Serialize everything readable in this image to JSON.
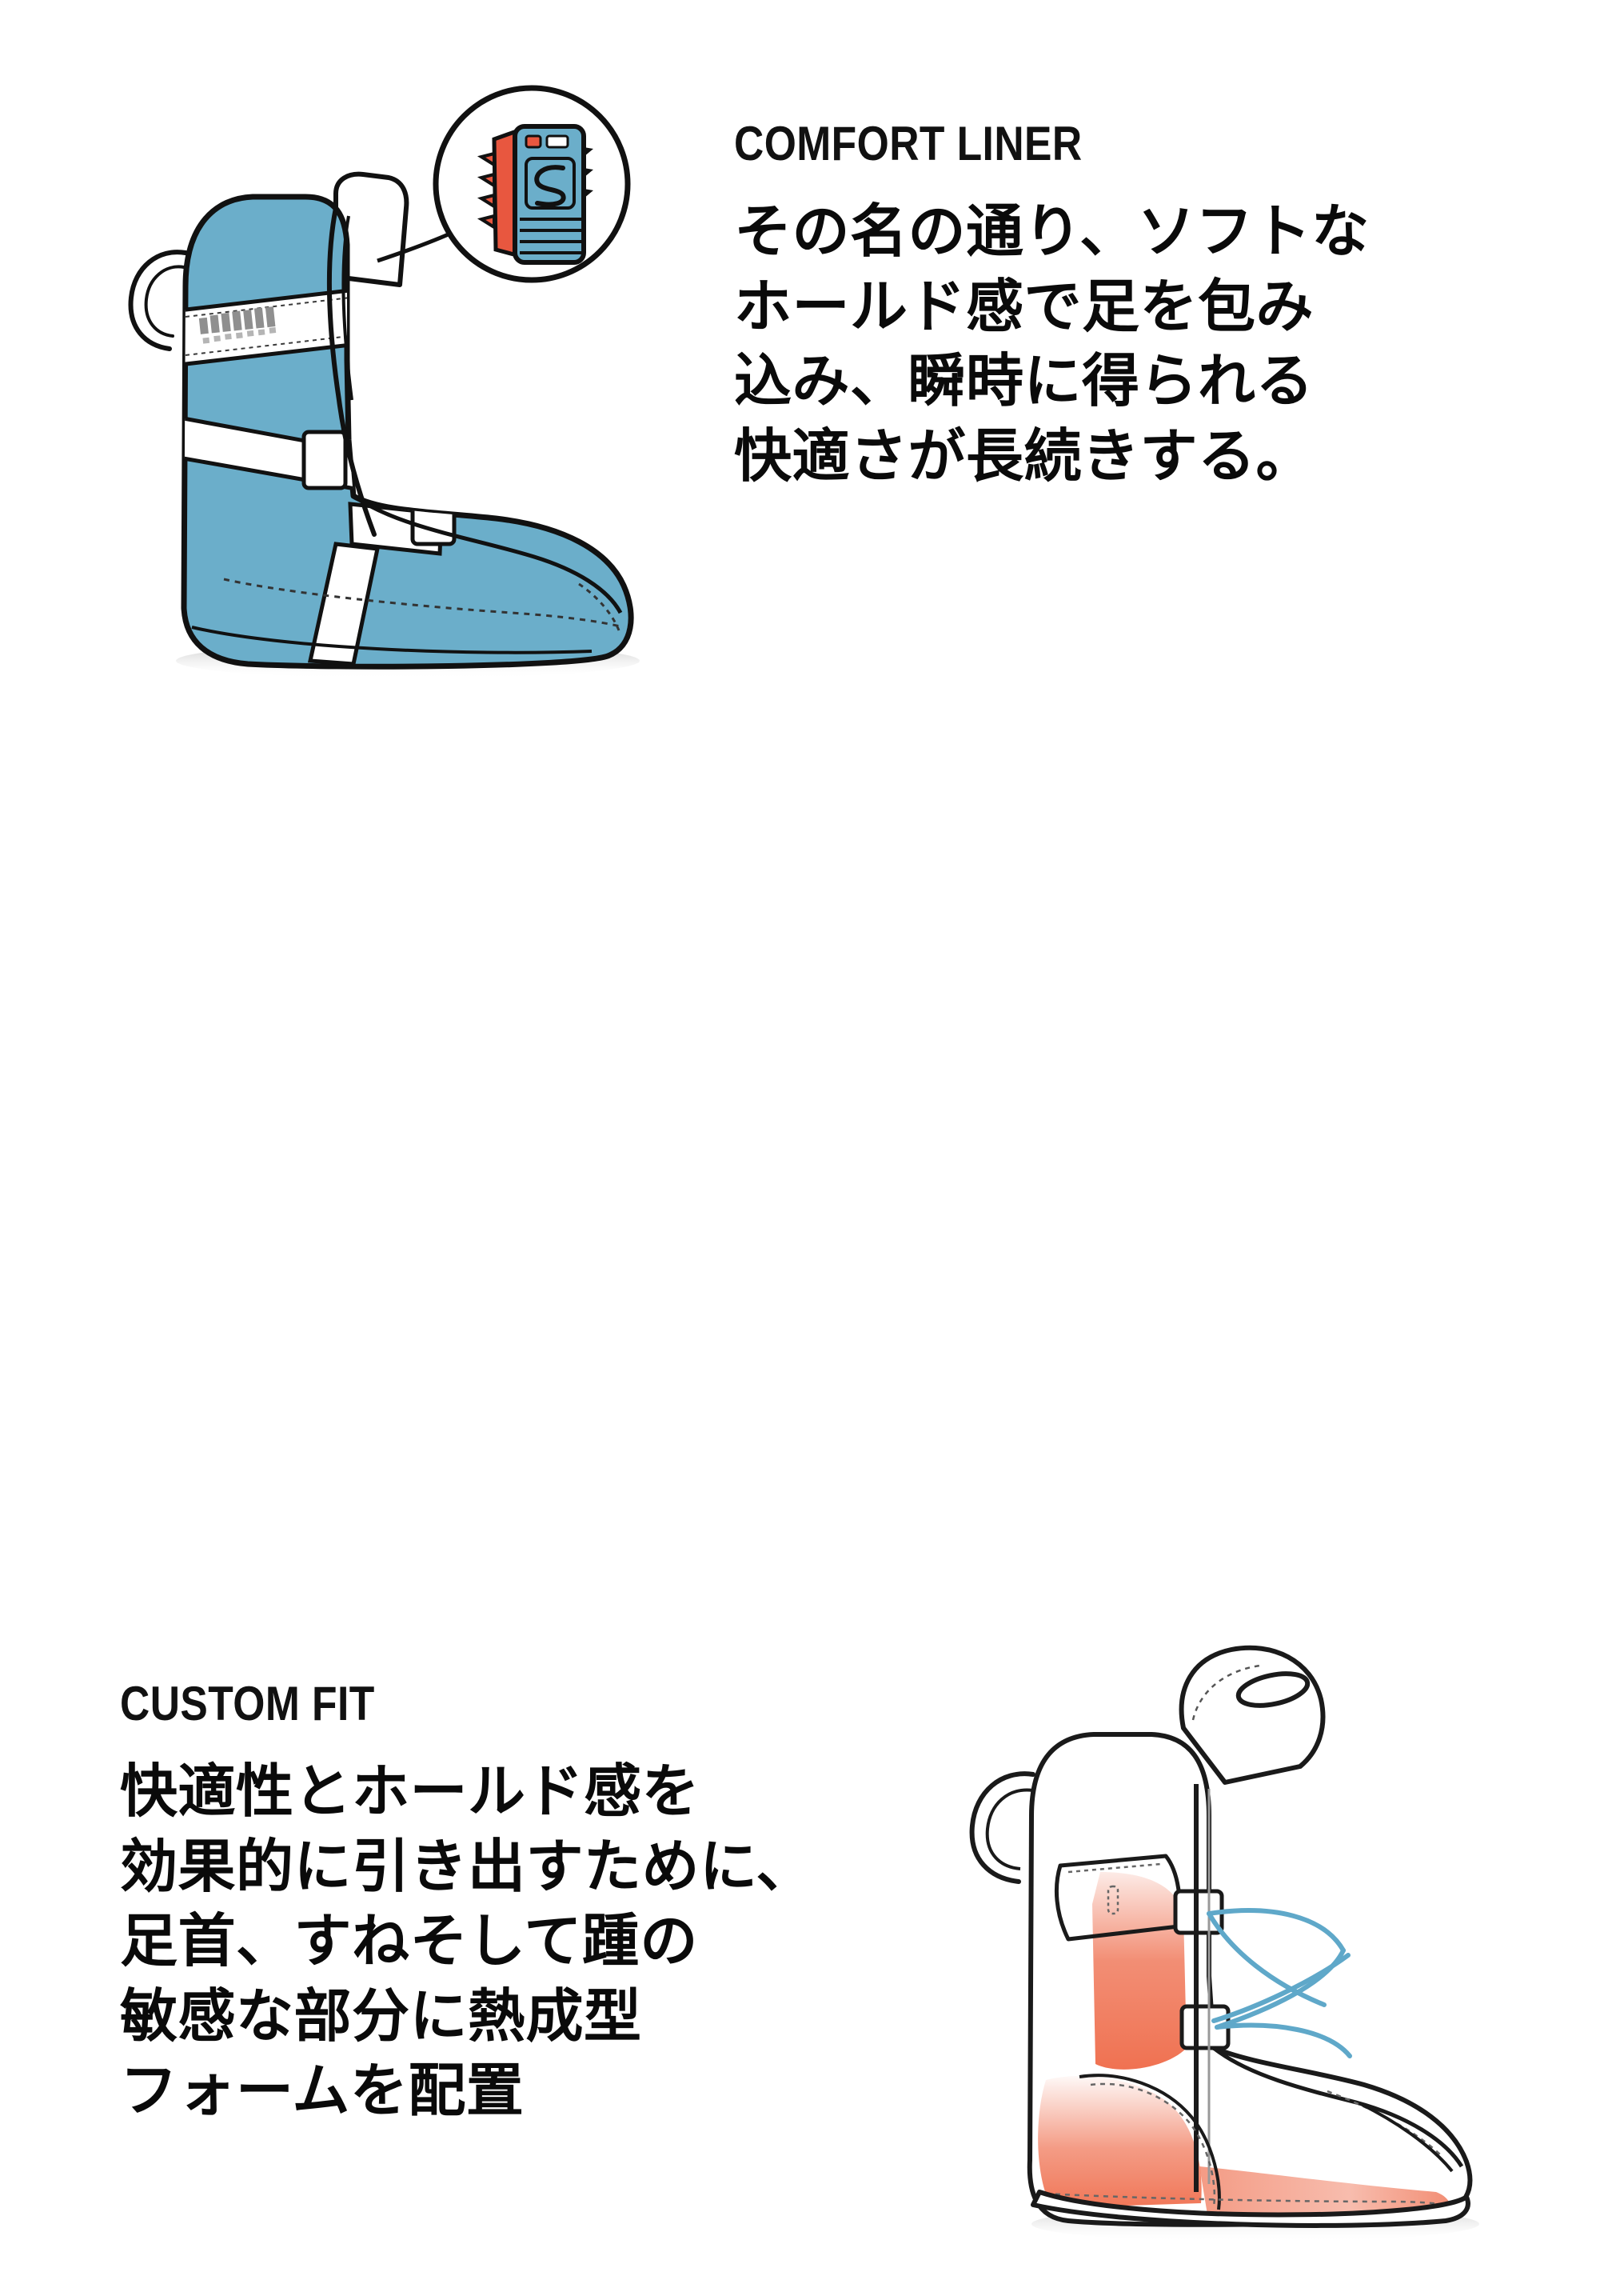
{
  "document": {
    "background_color": "#ffffff",
    "language": "ja"
  },
  "sections": [
    {
      "id": "comfort-liner",
      "title": "COMFORT LINER",
      "body_lines": [
        "その名の通り、ソフトな",
        "ホールド感で足を包み",
        "込み、瞬時に得られる",
        "快適さが長続きする。"
      ],
      "illustration": {
        "name": "blue-snowboard-boot-liner",
        "fill_color": "#6BAECA",
        "outline_color": "#111111",
        "strap_color": "#ffffff",
        "brand_wordmark": "SALOMON",
        "callout": {
          "shape": "circle",
          "subject": "lace-lock-buckle",
          "accent_color": "#E8573F",
          "body_color": "#6BAECA",
          "logo_glyph": "S"
        }
      }
    },
    {
      "id": "custom-fit",
      "title": "CUSTOM FIT",
      "body_lines": [
        "快適性とホールド感を",
        "効果的に引き出すために、",
        "足首、すねそして踵の",
        "敏感な部分に熱成型",
        "フォームを配置"
      ],
      "illustration": {
        "name": "white-snowboard-boot-liner-heatmold",
        "fill_color": "#ffffff",
        "outline_color": "#1a1a1a",
        "lace_color": "#5FA8C9",
        "heat_zone_color": "#F07A5C",
        "heat_zones": [
          "shin",
          "ankle",
          "heel",
          "toe-sole"
        ]
      }
    }
  ],
  "colors": {
    "liner_blue": "#6BAECA",
    "accent_orange": "#E8573F",
    "heat_orange": "#F07A5C",
    "lace_blue": "#5FA8C9",
    "ink": "#111111",
    "paper": "#ffffff"
  }
}
